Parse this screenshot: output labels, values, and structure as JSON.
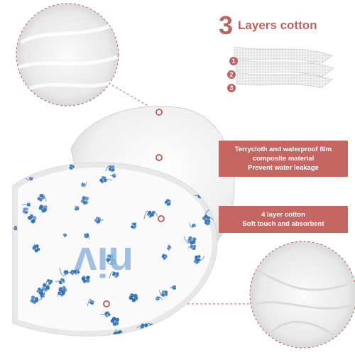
{
  "title": {
    "number": "3",
    "text": "Layers cotton"
  },
  "layers": [
    "1",
    "2",
    "3"
  ],
  "labels": [
    {
      "lines": [
        "Terrycloth and waterproof film",
        "composite material",
        "Prevent water leakage"
      ]
    },
    {
      "lines": [
        "4 layer cotton",
        "Soft touch and absorbent"
      ]
    }
  ],
  "pad_print": "niv",
  "colors": {
    "accent": "#c0625f",
    "label_bg": "#c66663",
    "flower": "#2f6fb5"
  }
}
